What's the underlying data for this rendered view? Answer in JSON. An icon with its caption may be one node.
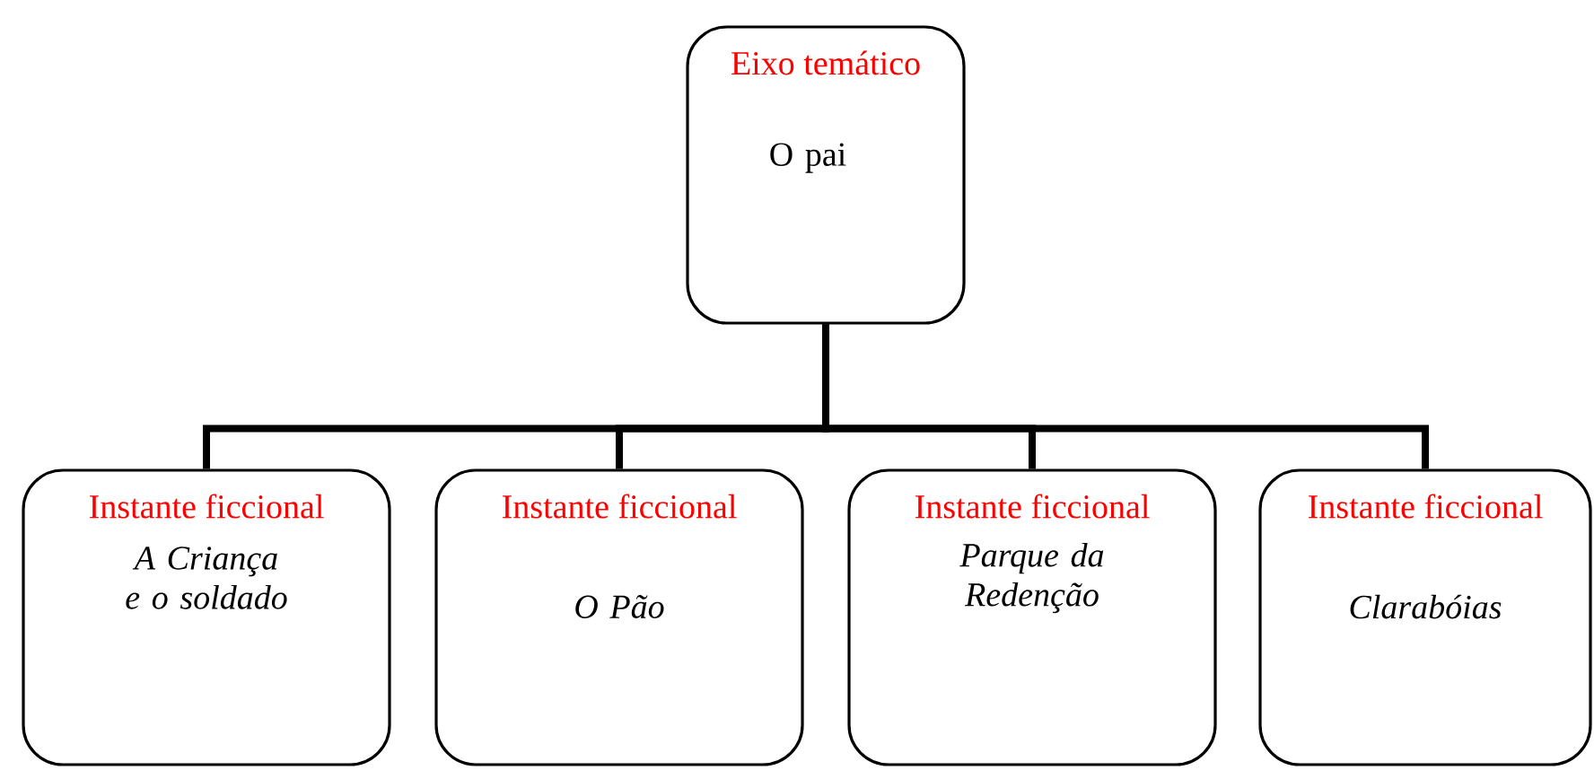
{
  "diagram": {
    "nodes": [
      {
        "text": [
          "Eixo temático",
          "O pai"
        ]
      },
      {
        "text": [
          "Instante ficcional",
          "A Criança e o soldado"
        ]
      },
      {
        "text": [
          "Instante ficcional",
          "O Pão"
        ]
      },
      {
        "text": [
          "Instante ficcional",
          "Parque da Redenção"
        ]
      },
      {
        "text": [
          "Instante ficcional",
          "Clarabóias"
        ]
      }
    ],
    "edges": [
      {
        "from": 0,
        "to": 1,
        "arrow": "none"
      },
      {
        "from": 0,
        "to": 2,
        "arrow": "none"
      },
      {
        "from": 0,
        "to": 3,
        "arrow": "none"
      },
      {
        "from": 0,
        "to": 4,
        "arrow": "none"
      }
    ]
  }
}
